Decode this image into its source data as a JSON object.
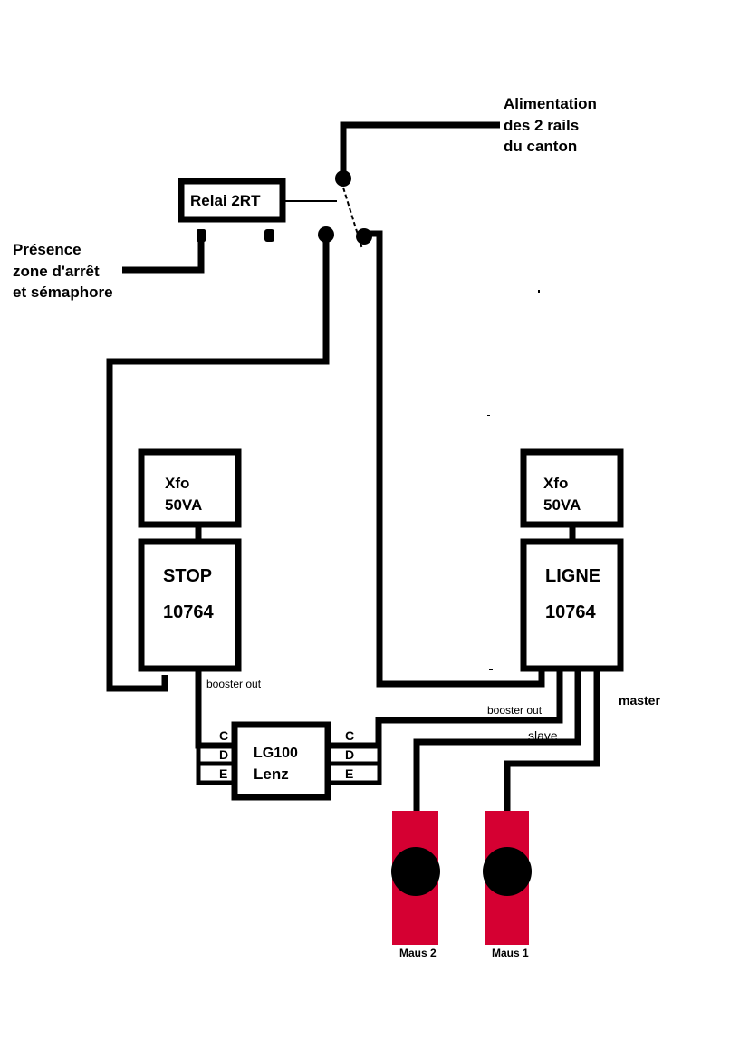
{
  "labels": {
    "alimentation": [
      "Alimentation",
      "des 2 rails",
      "du canton"
    ],
    "presence": [
      "Présence",
      "zone d'arrêt",
      "et sémaphore"
    ],
    "relai": "Relai 2RT",
    "xfo_left": [
      "Xfo",
      "50VA"
    ],
    "xfo_right": [
      "Xfo",
      "50VA"
    ],
    "stop": [
      "STOP",
      "10764"
    ],
    "ligne": [
      "LIGNE",
      "10764"
    ],
    "booster_out_left": "booster out",
    "booster_out_right": "booster out",
    "slave": "slave",
    "master": "master",
    "lg100": [
      "LG100",
      "Lenz"
    ],
    "lg_left_pins": [
      "C",
      "D",
      "E"
    ],
    "lg_right_pins": [
      "C",
      "D",
      "E"
    ],
    "maus2": "Maus 2",
    "maus1": "Maus 1"
  },
  "colors": {
    "wire": "#000000",
    "maus_body": "#d50032",
    "maus_knob": "#000000",
    "background": "#ffffff"
  }
}
